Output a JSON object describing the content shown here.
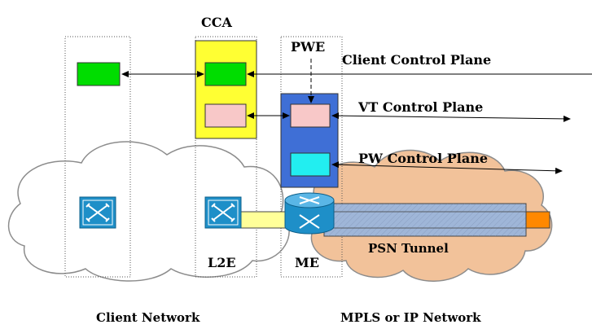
{
  "labels": {
    "cca": "CCA",
    "pwe": "PWE",
    "client_control_plane": "Client Control Plane",
    "vt_control_plane": "VT Control Plane",
    "pw_control_plane": "PW Control Plane",
    "psn_tunnel": "PSN Tunnel",
    "l2e": "L2E",
    "me": "ME",
    "client_network": "Client Network",
    "mpls_ip_network": "MPLS or IP Network"
  },
  "icons": {
    "client_switch": "switch-icon",
    "l2e_switch": "switch-icon",
    "me_router": "router-icon"
  },
  "colors": {
    "cca_fill": "#ffff33",
    "pwe_fill": "#3f6fd6",
    "green_box": "#00dd00",
    "pink_box": "#f8c8c8",
    "cyan_box": "#22eef0",
    "cloud_right": "#f2c29a",
    "tunnel_blue": "#9fb6d8",
    "tunnel_orange": "#ff8800",
    "pseudowire": "#ffff99",
    "switch_blue": "#1e8fc8"
  }
}
